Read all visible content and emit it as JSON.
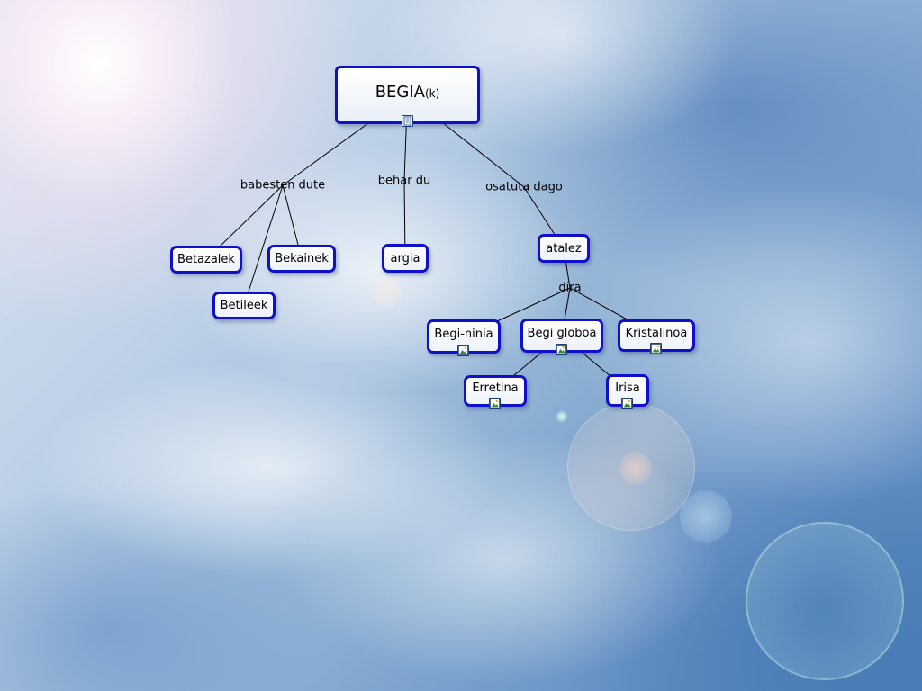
{
  "map": {
    "root": {
      "label": "BEGIA",
      "suffix": "(k)"
    },
    "concepts": [
      {
        "id": "betazalek",
        "label": "Betazalek"
      },
      {
        "id": "betileek",
        "label": "Betileek"
      },
      {
        "id": "bekainek",
        "label": "Bekainek"
      },
      {
        "id": "argia",
        "label": "argia"
      },
      {
        "id": "atalez",
        "label": "atalez"
      },
      {
        "id": "beginiia",
        "label": "Begi-ninia"
      },
      {
        "id": "begiglobo",
        "label": "Begi globoa"
      },
      {
        "id": "kristalinoa",
        "label": "Kristalinoa"
      },
      {
        "id": "erretina",
        "label": "Erretina"
      },
      {
        "id": "irisa",
        "label": "Irisa"
      }
    ],
    "linking_phrases": [
      {
        "id": "babesten",
        "label": "babesten dute"
      },
      {
        "id": "behar",
        "label": "behar du"
      },
      {
        "id": "osatuta",
        "label": "osatuta dago"
      },
      {
        "id": "dira",
        "label": "dira"
      }
    ],
    "connections": [
      [
        "root",
        "babesten"
      ],
      [
        "babesten",
        "betazalek"
      ],
      [
        "babesten",
        "betileek"
      ],
      [
        "babesten",
        "bekainek"
      ],
      [
        "root",
        "behar"
      ],
      [
        "behar",
        "argia"
      ],
      [
        "root",
        "osatuta"
      ],
      [
        "osatuta",
        "atalez"
      ],
      [
        "atalez",
        "dira"
      ],
      [
        "dira",
        "beginiia"
      ],
      [
        "dira",
        "begiglobo"
      ],
      [
        "dira",
        "kristalinoa"
      ],
      [
        "begiglobo",
        "erretina"
      ],
      [
        "begiglobo",
        "irisa"
      ]
    ],
    "icons": {
      "root": "document-icon",
      "beginiia": "image-icon",
      "begiglobo": "image-icon",
      "kristalinoa": "image-icon",
      "erretina": "image-icon",
      "irisa": "image-icon"
    },
    "colors": {
      "node_border": "#1010c8",
      "edge": "#000000"
    }
  }
}
